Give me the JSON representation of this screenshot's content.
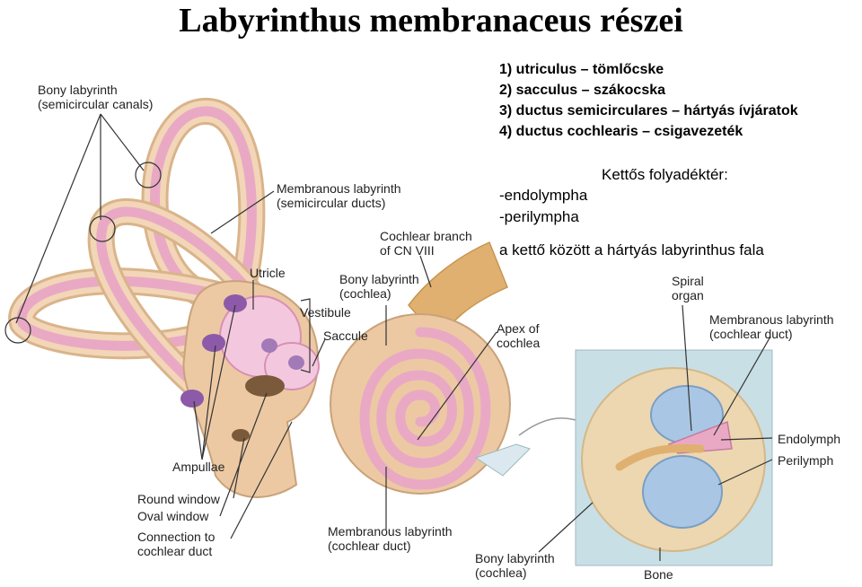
{
  "title": "Labyrinthus membranaceus részei",
  "legend": [
    "1) utriculus – tömlőcske",
    "2) sacculus – szákocska",
    "3) ductus semicirculares – hártyás ívjáratok",
    "4) ductus cochlearis – csigavezeték"
  ],
  "fluids": {
    "heading": "Kettős folyadéktér:",
    "items": [
      "-endolympha",
      "-perilympha"
    ],
    "note": "a kettő között a hártyás labyrinthus fala"
  },
  "labels": {
    "bony_semicircular": "Bony labyrinth\n(semicircular canals)",
    "membranous_semicircular": "Membranous labyrinth\n(semicircular ducts)",
    "cochlear_branch": "Cochlear branch\nof CN VIII",
    "utricle": "Utricle",
    "bony_cochlea": "Bony labyrinth\n(cochlea)",
    "vestibule": "Vestibule",
    "saccule": "Saccule",
    "apex": "Apex of\ncochlea",
    "ampullae": "Ampullae",
    "round_window": "Round window",
    "oval_window": "Oval window",
    "connection": "Connection to\ncochlear duct",
    "membranous_cochlear": "Membranous labyrinth\n(cochlear duct)",
    "spiral_organ": "Spiral\norgan",
    "membranous_cochlear_right": "Membranous labyrinth\n(cochlear duct)",
    "endolymph": "Endolymph",
    "perilymph": "Perilymph",
    "bony_cochlea_bottom": "Bony labyrinth\n(cochlea)",
    "bone": "Bone"
  },
  "colors": {
    "bony": "#e8c9a0",
    "membranous": "#e9a9c4",
    "ampulla": "#8c5aa8",
    "nerve": "#e0b070",
    "fluid_blue": "#a9c7e4",
    "section_bg": "#c9dfe6"
  }
}
